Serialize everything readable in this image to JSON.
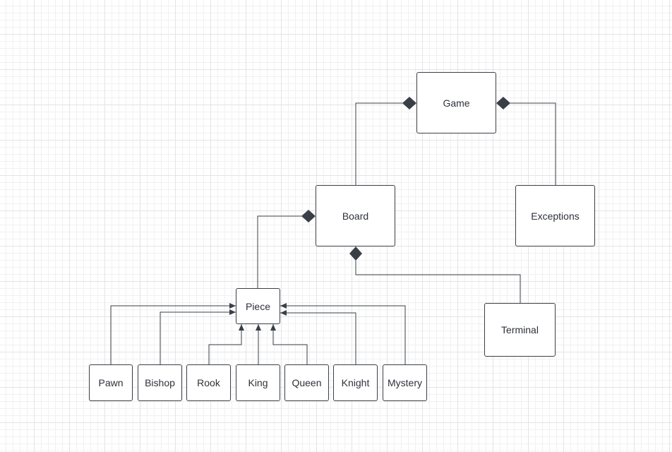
{
  "diagram": {
    "nodes": {
      "game": "Game",
      "board": "Board",
      "exceptions": "Exceptions",
      "terminal": "Terminal",
      "piece": "Piece",
      "pawn": "Pawn",
      "bishop": "Bishop",
      "rook": "Rook",
      "king": "King",
      "queen": "Queen",
      "knight": "Knight",
      "mystery": "Mystery"
    },
    "relationships": [
      {
        "from": "game",
        "to": "board",
        "type": "composition"
      },
      {
        "from": "game",
        "to": "exceptions",
        "type": "composition"
      },
      {
        "from": "board",
        "to": "piece",
        "type": "composition"
      },
      {
        "from": "board",
        "to": "terminal",
        "type": "composition"
      },
      {
        "from": "pawn",
        "to": "piece",
        "type": "generalization"
      },
      {
        "from": "bishop",
        "to": "piece",
        "type": "generalization"
      },
      {
        "from": "rook",
        "to": "piece",
        "type": "generalization"
      },
      {
        "from": "king",
        "to": "piece",
        "type": "generalization"
      },
      {
        "from": "queen",
        "to": "piece",
        "type": "generalization"
      },
      {
        "from": "knight",
        "to": "piece",
        "type": "generalization"
      },
      {
        "from": "mystery",
        "to": "piece",
        "type": "generalization"
      }
    ],
    "colors": {
      "line": "#3a3f47",
      "node_border": "#3a3f47",
      "text": "#2d3139",
      "grid": "#e4e4e4"
    }
  }
}
